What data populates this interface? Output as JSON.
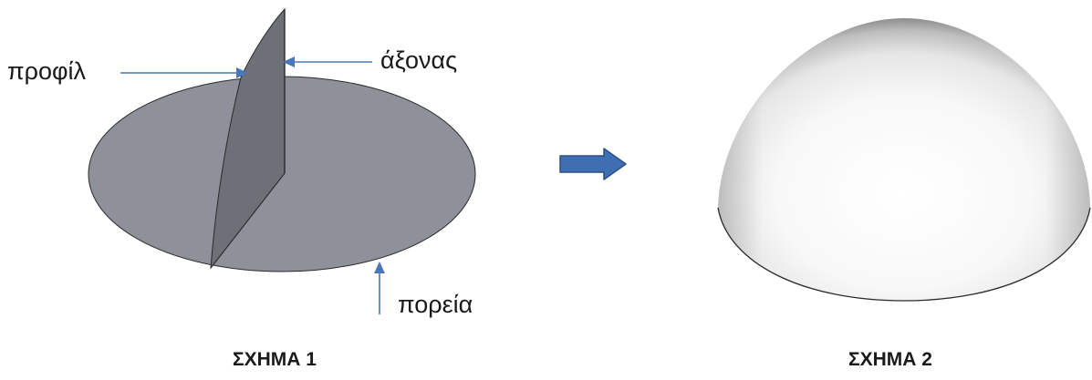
{
  "figure1": {
    "caption": "ΣΧΗΜΑ 1",
    "labels": {
      "profile": "προφίλ",
      "axis": "άξονας",
      "path": "πορεία"
    }
  },
  "figure2": {
    "caption": "ΣΧΗΜΑ 2"
  },
  "colors": {
    "disc": "#8e9199",
    "profile_face": "#6e7078",
    "arrow_annotation": "#4a77b8",
    "arrow_big": "#3f6fb2",
    "outline": "#2a2a2a",
    "dome": "#ffffff"
  }
}
